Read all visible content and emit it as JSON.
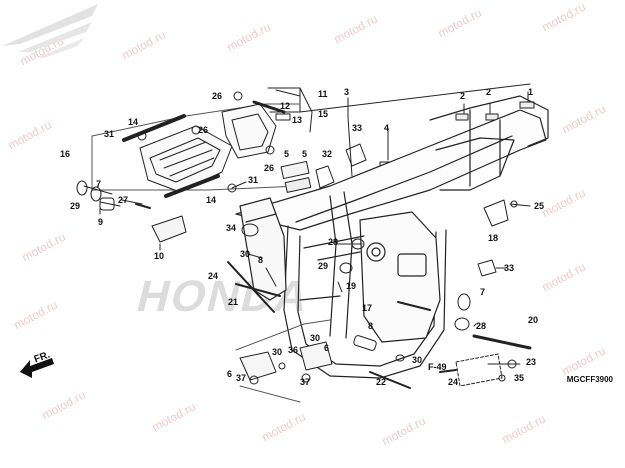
{
  "diagram": {
    "code": "MGCFF3900",
    "ref": "F-49",
    "direction": "FR.",
    "brand": "HONDA",
    "watermark": "motod.ru",
    "accent": "#111111",
    "watermark_color": "#f2caca",
    "callouts": {
      "c1": "1",
      "c2a": "2",
      "c2b": "2",
      "c3": "3",
      "c4": "4",
      "c5a": "5",
      "c5b": "5",
      "c6a": "6",
      "c6b": "6",
      "c7a": "7",
      "c7b": "7",
      "c8a": "8",
      "c8b": "8",
      "c9": "9",
      "c10": "10",
      "c11": "11",
      "c12": "12",
      "c13": "13",
      "c14a": "14",
      "c14b": "14",
      "c15": "15",
      "c16": "16",
      "c17": "17",
      "c18": "18",
      "c19": "19",
      "c20": "20",
      "c21": "21",
      "c22": "22",
      "c23": "23",
      "c24a": "24",
      "c24b": "24",
      "c25": "25",
      "c26a": "26",
      "c26b": "26",
      "c26c": "26",
      "c27": "27",
      "c28a": "28",
      "c28b": "28",
      "c29a": "29",
      "c29b": "29",
      "c30a": "30",
      "c30b": "30",
      "c30c": "30",
      "c30d": "30",
      "c31a": "31",
      "c31b": "31",
      "c32": "32",
      "c33a": "33",
      "c33b": "33",
      "c34": "34",
      "c35": "35",
      "c36": "36",
      "c37a": "37",
      "c37b": "37"
    }
  }
}
